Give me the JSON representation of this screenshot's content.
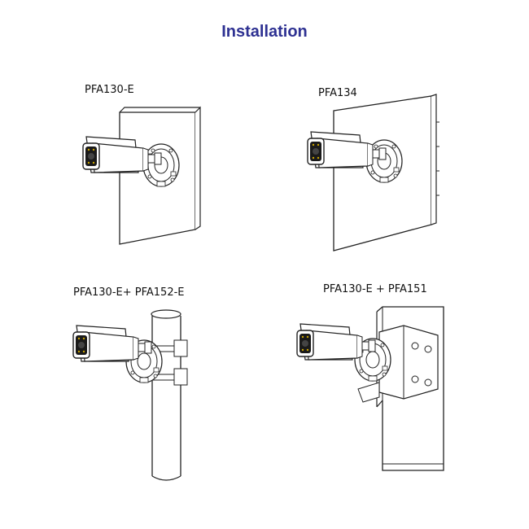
{
  "page": {
    "title": "Installation"
  },
  "panels": [
    {
      "label": "PFA130-E",
      "mount": "wall-junction-box"
    },
    {
      "label": "PFA134",
      "mount": "wall-junction-box"
    },
    {
      "label": "PFA130-E+ PFA152-E",
      "mount": "pole-mount"
    },
    {
      "label": "PFA130-E + PFA151",
      "mount": "corner-mount"
    }
  ]
}
